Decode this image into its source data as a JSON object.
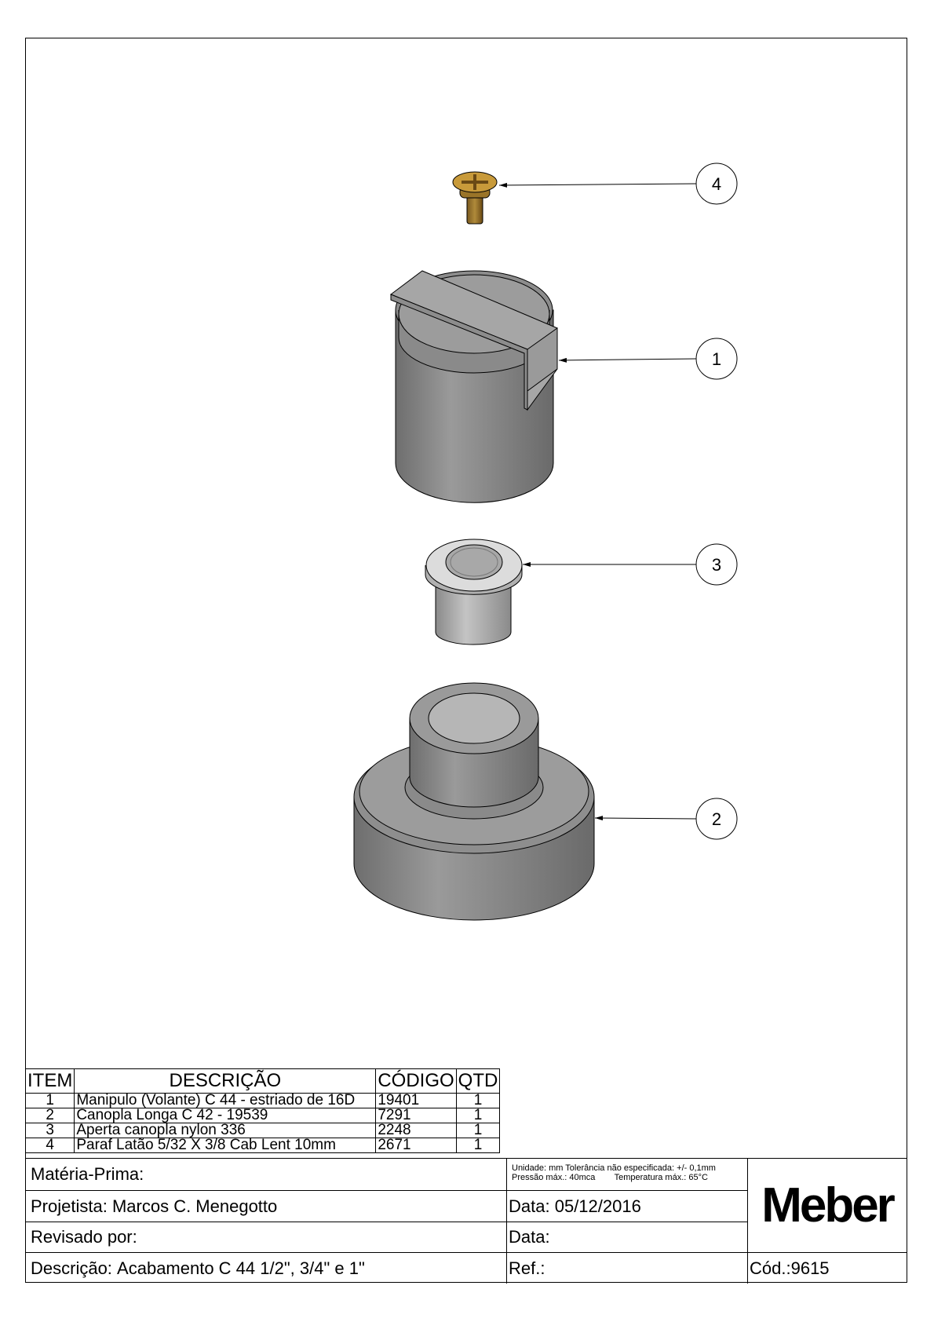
{
  "balloons": [
    "4",
    "1",
    "3",
    "2"
  ],
  "bom": {
    "headers": {
      "item": "ITEM",
      "description": "DESCRIÇÃO",
      "code": "CÓDIGO",
      "qty": "QTD"
    },
    "rows": [
      {
        "item": "1",
        "description": "Manipulo (Volante) C 44 - estriado de 16D",
        "code": "19401",
        "qty": "1"
      },
      {
        "item": "2",
        "description": "Canopla Longa C 42 - 19539",
        "code": "7291",
        "qty": "1"
      },
      {
        "item": "3",
        "description": "Aperta canopla nylon 336",
        "code": "2248",
        "qty": "1"
      },
      {
        "item": "4",
        "description": "Paraf Latão 5/32 X 3/8 Cab Lent 10mm",
        "code": "2671",
        "qty": "1"
      }
    ]
  },
  "title_block": {
    "raw_material_label": "Matéria-Prima:",
    "designer_label": "Projetista:",
    "designer": "Marcos C. Menegotto",
    "reviewed_label": "Revisado por:",
    "description_label": "Descrição:",
    "description": "Acabamento C 44 1/2\", 3/4\" e 1\"",
    "specs_line1": "Unidade: mm Tolerância não especificada: +/- 0,1mm",
    "specs_line2": "Pressão máx.: 40mca        Temperatura máx.: 65°C",
    "date_label": "Data:",
    "date": "05/12/2016",
    "review_date_label": "Data:",
    "ref_label": "Ref.:",
    "code_label": "Cód.:",
    "code": "9615",
    "logo": "Meber"
  }
}
